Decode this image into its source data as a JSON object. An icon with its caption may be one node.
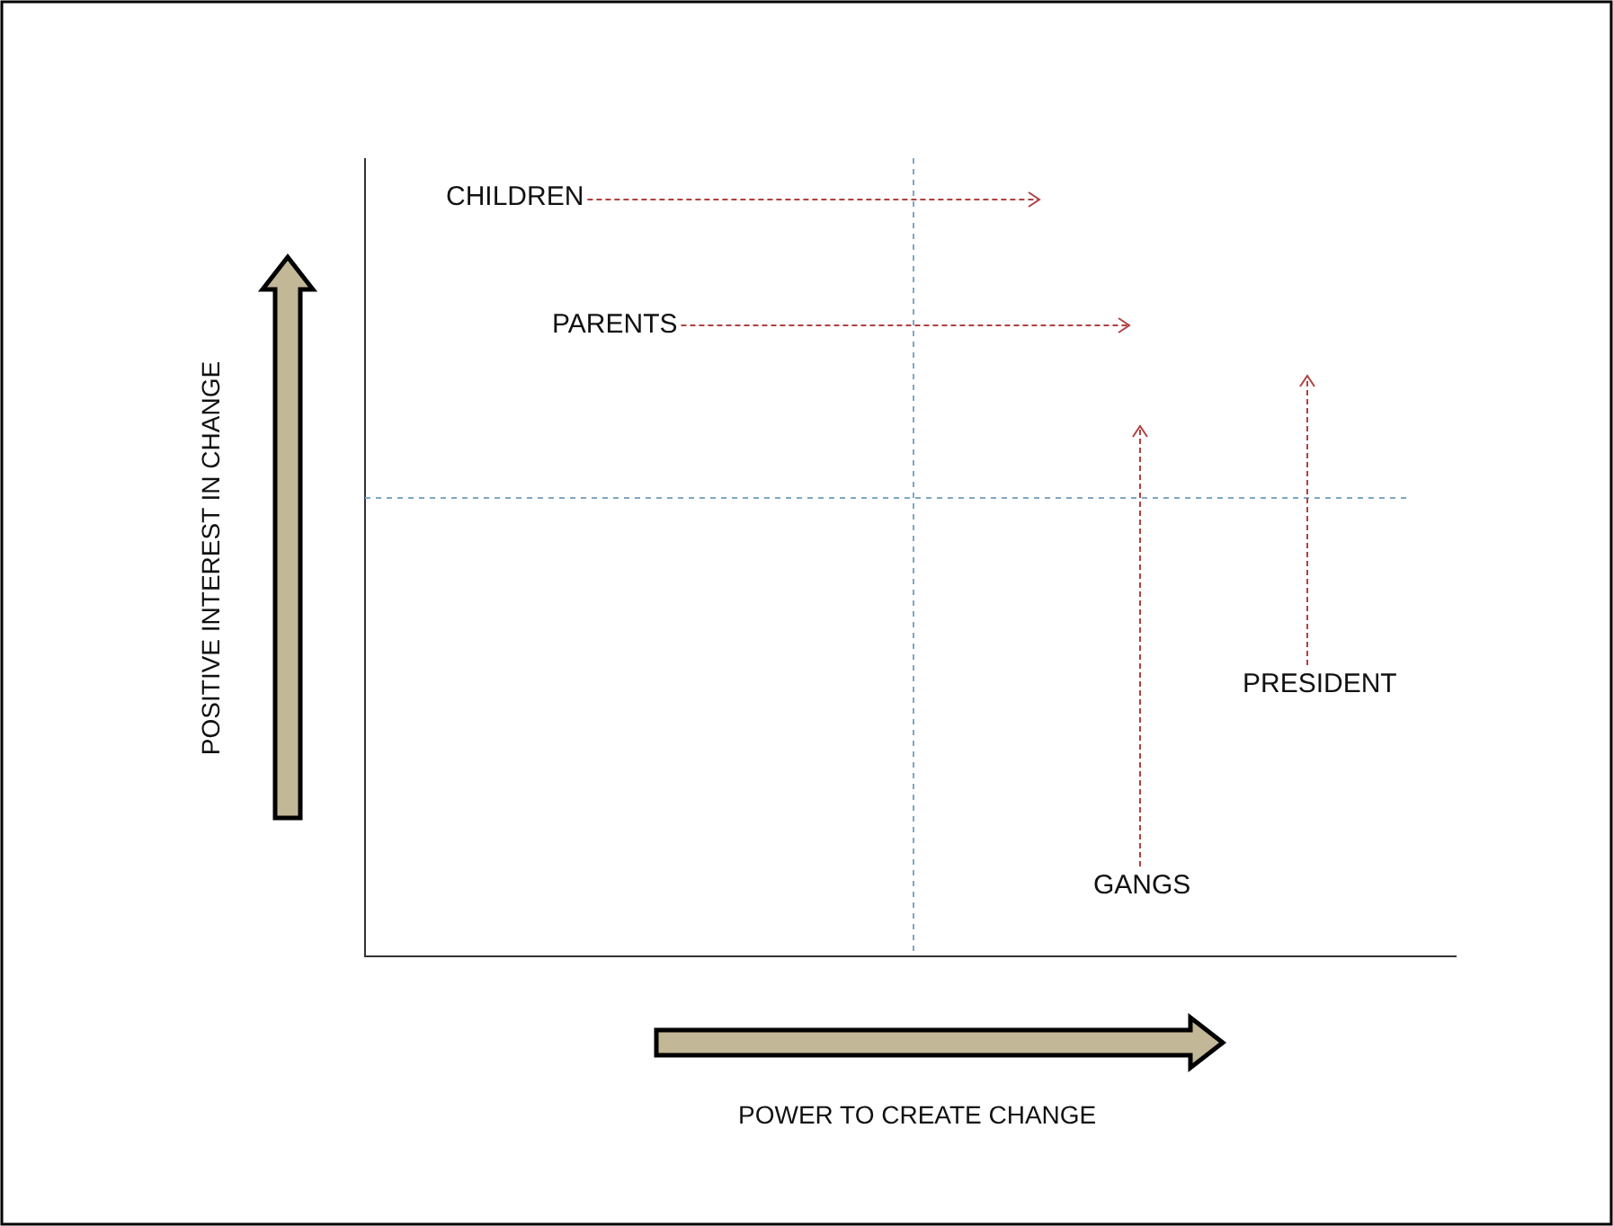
{
  "diagram": {
    "nodes": [
      {
        "text": [
          "CHILDREN"
        ]
      },
      {
        "text": [
          "PARENTS"
        ]
      },
      {
        "text": [
          "PRESIDENT"
        ]
      },
      {
        "text": [
          "GANGS"
        ]
      }
    ],
    "edges": [
      {
        "from": 0,
        "to": null,
        "arrow": "to",
        "style": "dashed"
      },
      {
        "from": 1,
        "to": null,
        "arrow": "to",
        "style": "dashed"
      },
      {
        "from": 3,
        "to": null,
        "arrow": "to",
        "style": "dashed"
      },
      {
        "from": 2,
        "to": null,
        "arrow": "to",
        "style": "dashed"
      }
    ],
    "labels": [
      "POSITIVE INTEREST IN CHANGE",
      "POWER TO CREATE CHANGE"
    ]
  }
}
